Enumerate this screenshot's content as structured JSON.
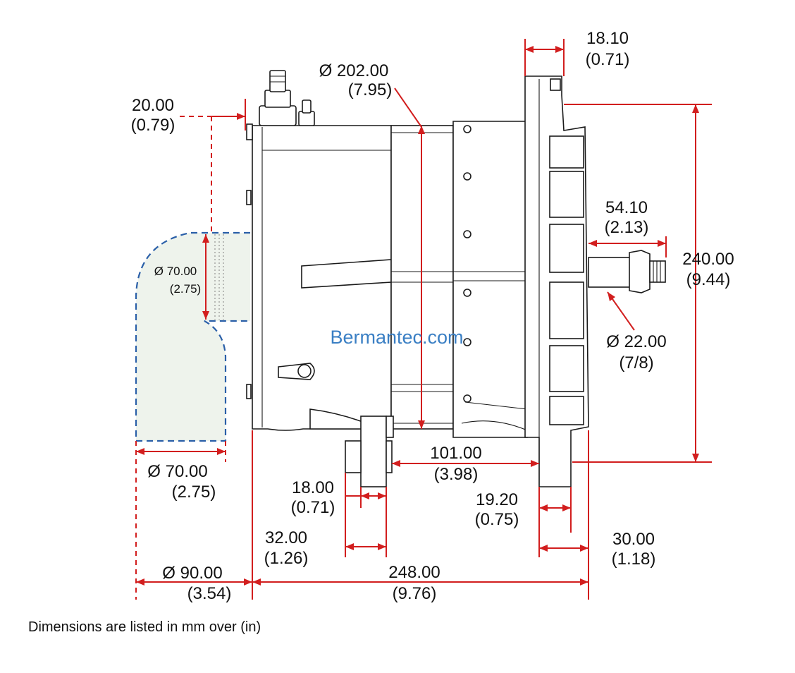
{
  "watermark": "Bermantec.com",
  "caption": "Dimensions are listed in mm over (in)",
  "colors": {
    "dimension_line": "#d21e1e",
    "outline": "#1a1a1a",
    "clearance_outline": "#2a5fa8",
    "watermark": "#3a7fc4"
  },
  "dimensions": {
    "flange_width": {
      "mm": "18.10",
      "in": "(0.71)"
    },
    "body_diameter": {
      "mm": "Ø 202.00",
      "in": "(7.95)"
    },
    "terminal_offset": {
      "mm": "20.00",
      "in": "(0.79)"
    },
    "shaft_length": {
      "mm": "54.10",
      "in": "(2.13)"
    },
    "overall_height": {
      "mm": "240.00",
      "in": "(9.44)"
    },
    "inlet_diameter": {
      "mm": "Ø 70.00",
      "in": "(2.75)"
    },
    "shaft_diameter": {
      "mm": "Ø 22.00",
      "in": "(7/8)"
    },
    "pivot_spacing": {
      "mm": "101.00",
      "in": "(3.98)"
    },
    "clearance_diameter": {
      "mm": "Ø 70.00",
      "in": "(2.75)"
    },
    "pivot_width": {
      "mm": "18.00",
      "in": "(0.71)"
    },
    "rear_foot_width": {
      "mm": "19.20",
      "in": "(0.75)"
    },
    "pivot_offset": {
      "mm": "32.00",
      "in": "(1.26)"
    },
    "front_offset": {
      "mm": "30.00",
      "in": "(1.18)"
    },
    "duct_diameter": {
      "mm": "Ø 90.00",
      "in": "(3.54)"
    },
    "overall_length": {
      "mm": "248.00",
      "in": "(9.76)"
    }
  }
}
